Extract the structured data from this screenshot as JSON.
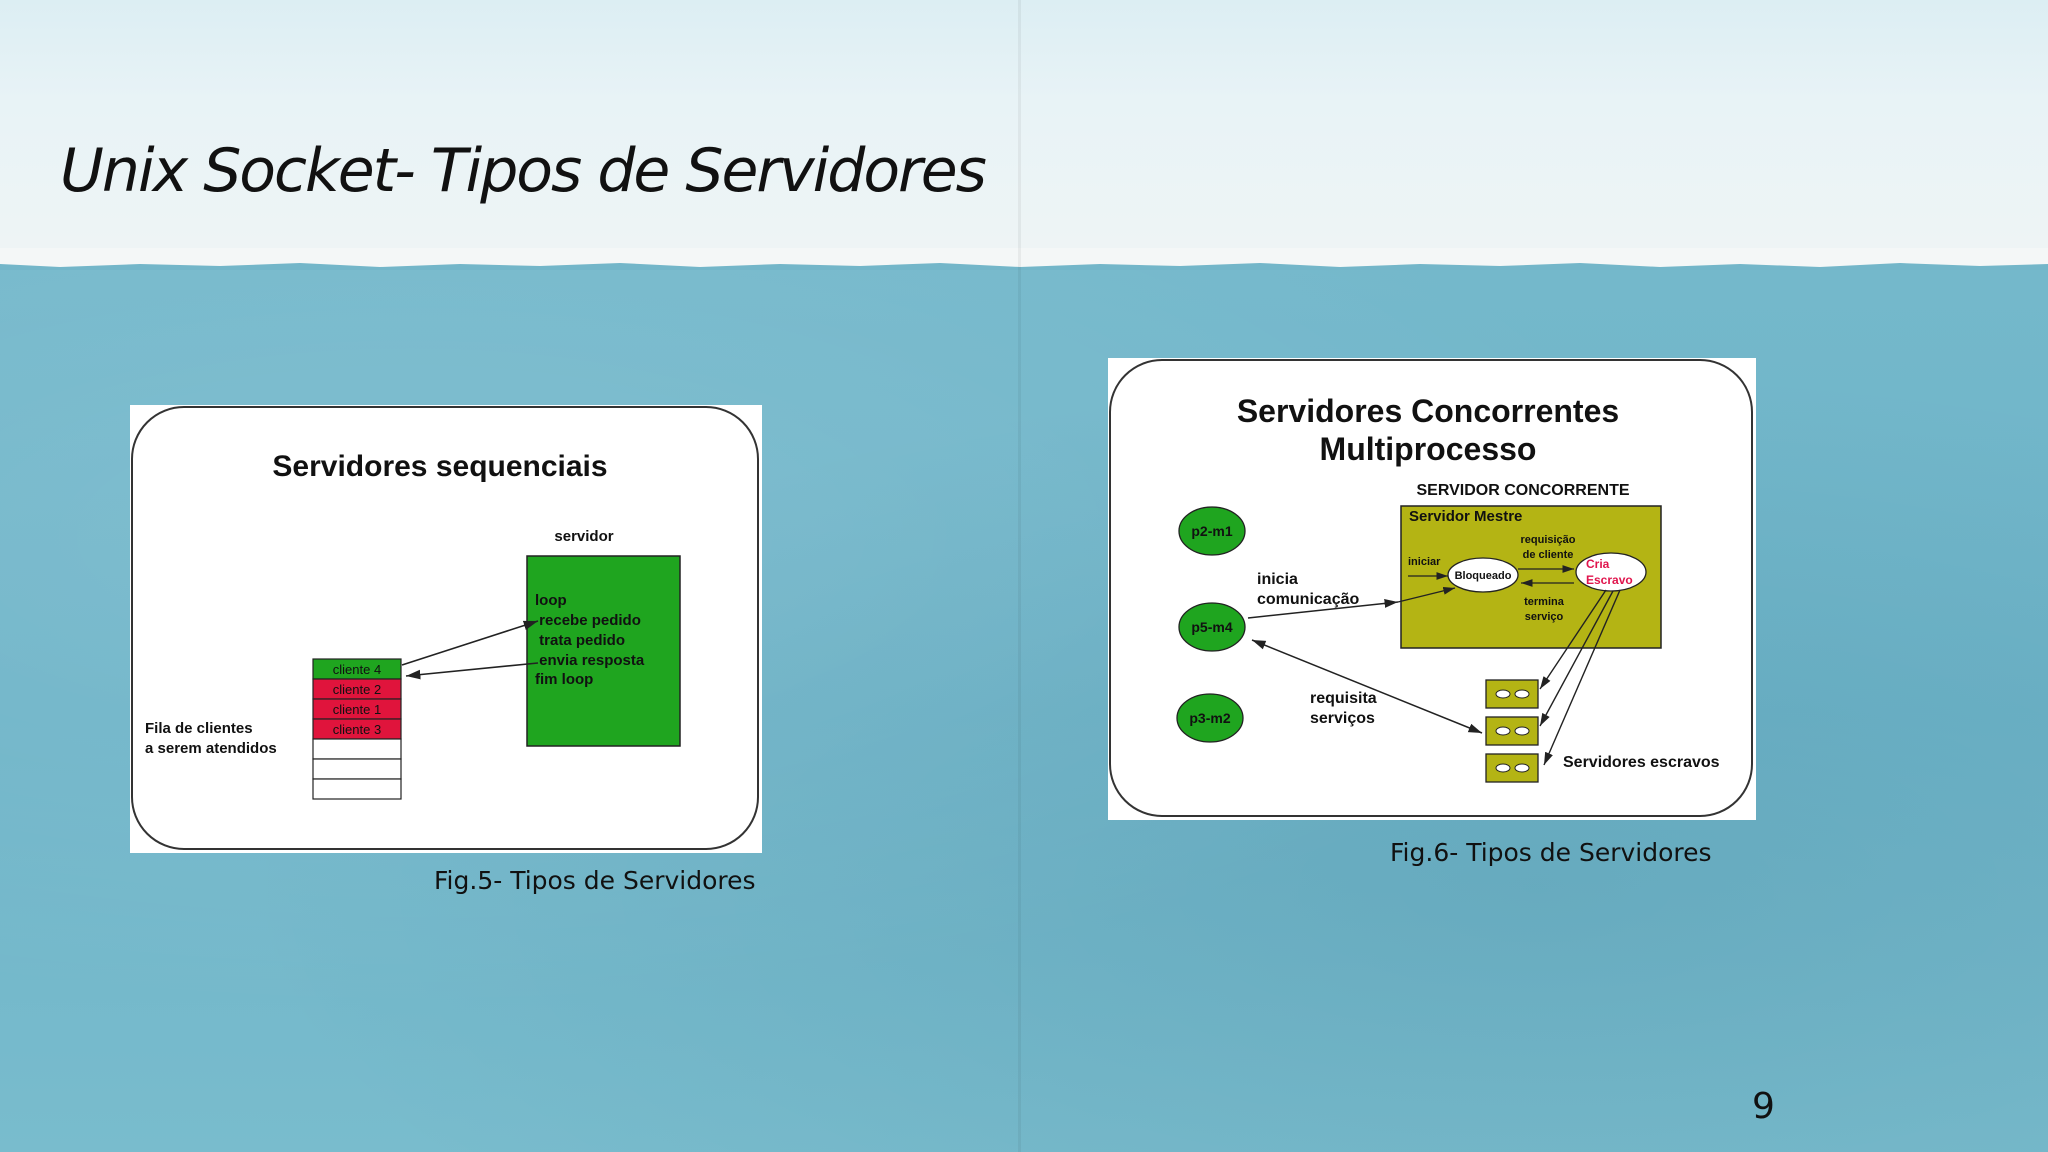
{
  "slide": {
    "title": "Unix Socket- Tipos de Servidores",
    "page_number": "9"
  },
  "figure_5": {
    "heading": "Servidores sequenciais",
    "server_label": "servidor",
    "server_code": [
      "loop",
      " recebe pedido",
      " trata pedido",
      " envia resposta",
      "fim loop"
    ],
    "queue_items": [
      "cliente 4",
      "cliente 2",
      "cliente 1",
      "cliente 3"
    ],
    "queue_label": [
      "Fila de clientes",
      "a serem atendidos"
    ],
    "caption": "Fig.5- Tipos de Servidores"
  },
  "figure_6": {
    "heading": [
      "Servidores Concorrentes",
      "Multiprocesso"
    ],
    "server_concorrente_label": "SERVIDOR CONCORRENTE",
    "servidor_mestre_label": "Servidor Mestre",
    "processes": [
      "p2-m1",
      "p5-m4",
      "p3-m2"
    ],
    "iniciar_label": "iniciar",
    "bloqueado_label": "Bloqueado",
    "requisicao_label": [
      "requisição",
      "de cliente"
    ],
    "cria_escravo_label": [
      "Cria",
      "Escravo"
    ],
    "termina_label": [
      "termina",
      "serviço"
    ],
    "inicia_comunicacao_label": [
      "inicia",
      "comunicação"
    ],
    "requisita_servicos_label": [
      "requisita",
      "serviços"
    ],
    "servidores_escravos_label": "Servidores escravos",
    "caption": "Fig.6- Tipos de Servidores"
  },
  "colors": {
    "server_green": "#1fa51f",
    "client_red": "#e0143c",
    "master_olive": "#b4b414",
    "cria_text": "#e0144c"
  }
}
